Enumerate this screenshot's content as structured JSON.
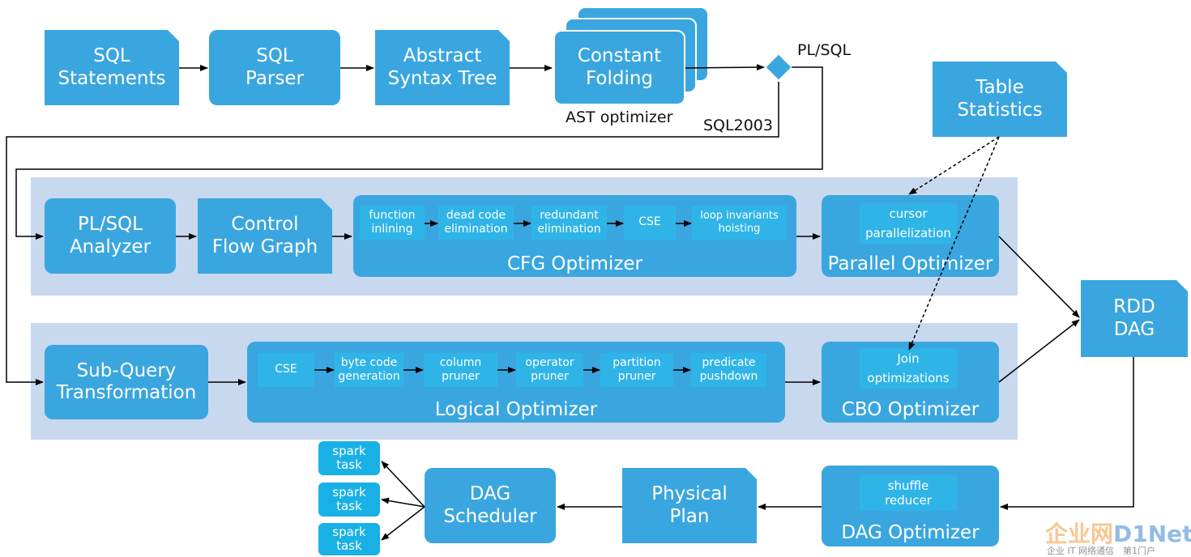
{
  "colors": {
    "box": "#3aa6df",
    "band": "#c8d8ee",
    "chip": "#2fb4e8",
    "line": "#000000",
    "watermark_orange": "#f39a3a",
    "watermark_blue": "#3a86cf"
  },
  "pipeline": {
    "sql_statements": "SQL\nStatements",
    "sql_parser": "SQL\nParser",
    "ast": "Abstract\nSyntax Tree",
    "constant_folding": "Constant\nFolding",
    "ast_optimizer_label": "AST optimizer",
    "plsql_branch_label": "PL/SQL",
    "sql2003_branch_label": "SQL2003",
    "table_statistics": "Table\nStatistics"
  },
  "row1": {
    "plsql_analyzer": "PL/SQL\nAnalyzer",
    "control_flow_graph": "Control\nFlow Graph",
    "cfg_optimizer": {
      "title": "CFG Optimizer",
      "steps": [
        "function\ninlining",
        "dead code\nelimination",
        "redundant\nelimination",
        "CSE",
        "loop invariants\nhoisting"
      ]
    },
    "parallel_optimizer": {
      "title": "Parallel Optimizer",
      "steps": [
        "cursor\nparallelization"
      ]
    }
  },
  "row2": {
    "subquery_transformation": "Sub-Query\nTransformation",
    "logical_optimizer": {
      "title": "Logical Optimizer",
      "steps": [
        "CSE",
        "byte code\ngeneration",
        "column\npruner",
        "operator\npruner",
        "partition\npruner",
        "predicate\npushdown"
      ]
    },
    "cbo_optimizer": {
      "title": "CBO Optimizer",
      "steps": [
        "Join\noptimizations"
      ]
    }
  },
  "rdd_dag": "RDD\nDAG",
  "row3": {
    "dag_optimizer": {
      "title": "DAG Optimizer",
      "steps": [
        "shuffle\nreducer"
      ]
    },
    "physical_plan": "Physical\nPlan",
    "dag_scheduler": "DAG\nScheduler",
    "spark_tasks": [
      "spark\ntask",
      "spark\ntask",
      "spark\ntask"
    ]
  },
  "watermark": {
    "logo_left": "企业网",
    "logo_right": "D1Net",
    "tagline": "企业 IT 网络通信　第1门户"
  }
}
